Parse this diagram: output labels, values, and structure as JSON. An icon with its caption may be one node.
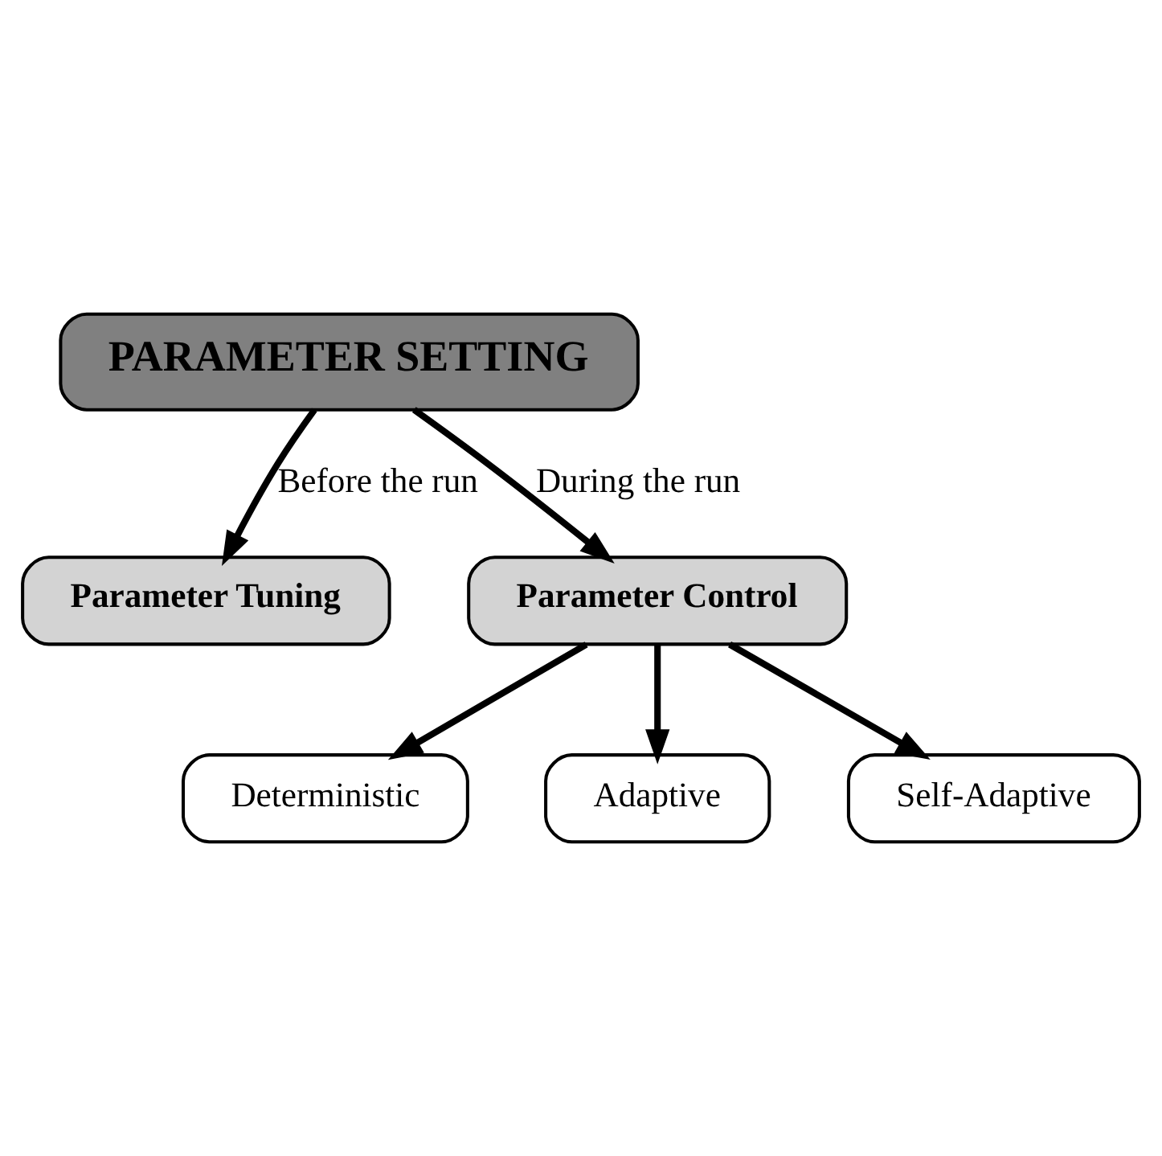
{
  "diagram": {
    "nodes": [
      {
        "text": [
          "PARAMETER SETTING"
        ]
      },
      {
        "text": [
          "Parameter Tuning"
        ]
      },
      {
        "text": [
          "Parameter Control"
        ]
      },
      {
        "text": [
          "Deterministic"
        ]
      },
      {
        "text": [
          "Adaptive"
        ]
      },
      {
        "text": [
          "Self-Adaptive"
        ]
      }
    ],
    "edges": [
      {
        "from": 0,
        "to": 1,
        "arrow": "to",
        "label": "Before the run"
      },
      {
        "from": 0,
        "to": 2,
        "arrow": "to",
        "label": "During the run"
      },
      {
        "from": 2,
        "to": 3,
        "arrow": "to"
      },
      {
        "from": 2,
        "to": 4,
        "arrow": "to"
      },
      {
        "from": 2,
        "to": 5,
        "arrow": "to"
      }
    ]
  }
}
